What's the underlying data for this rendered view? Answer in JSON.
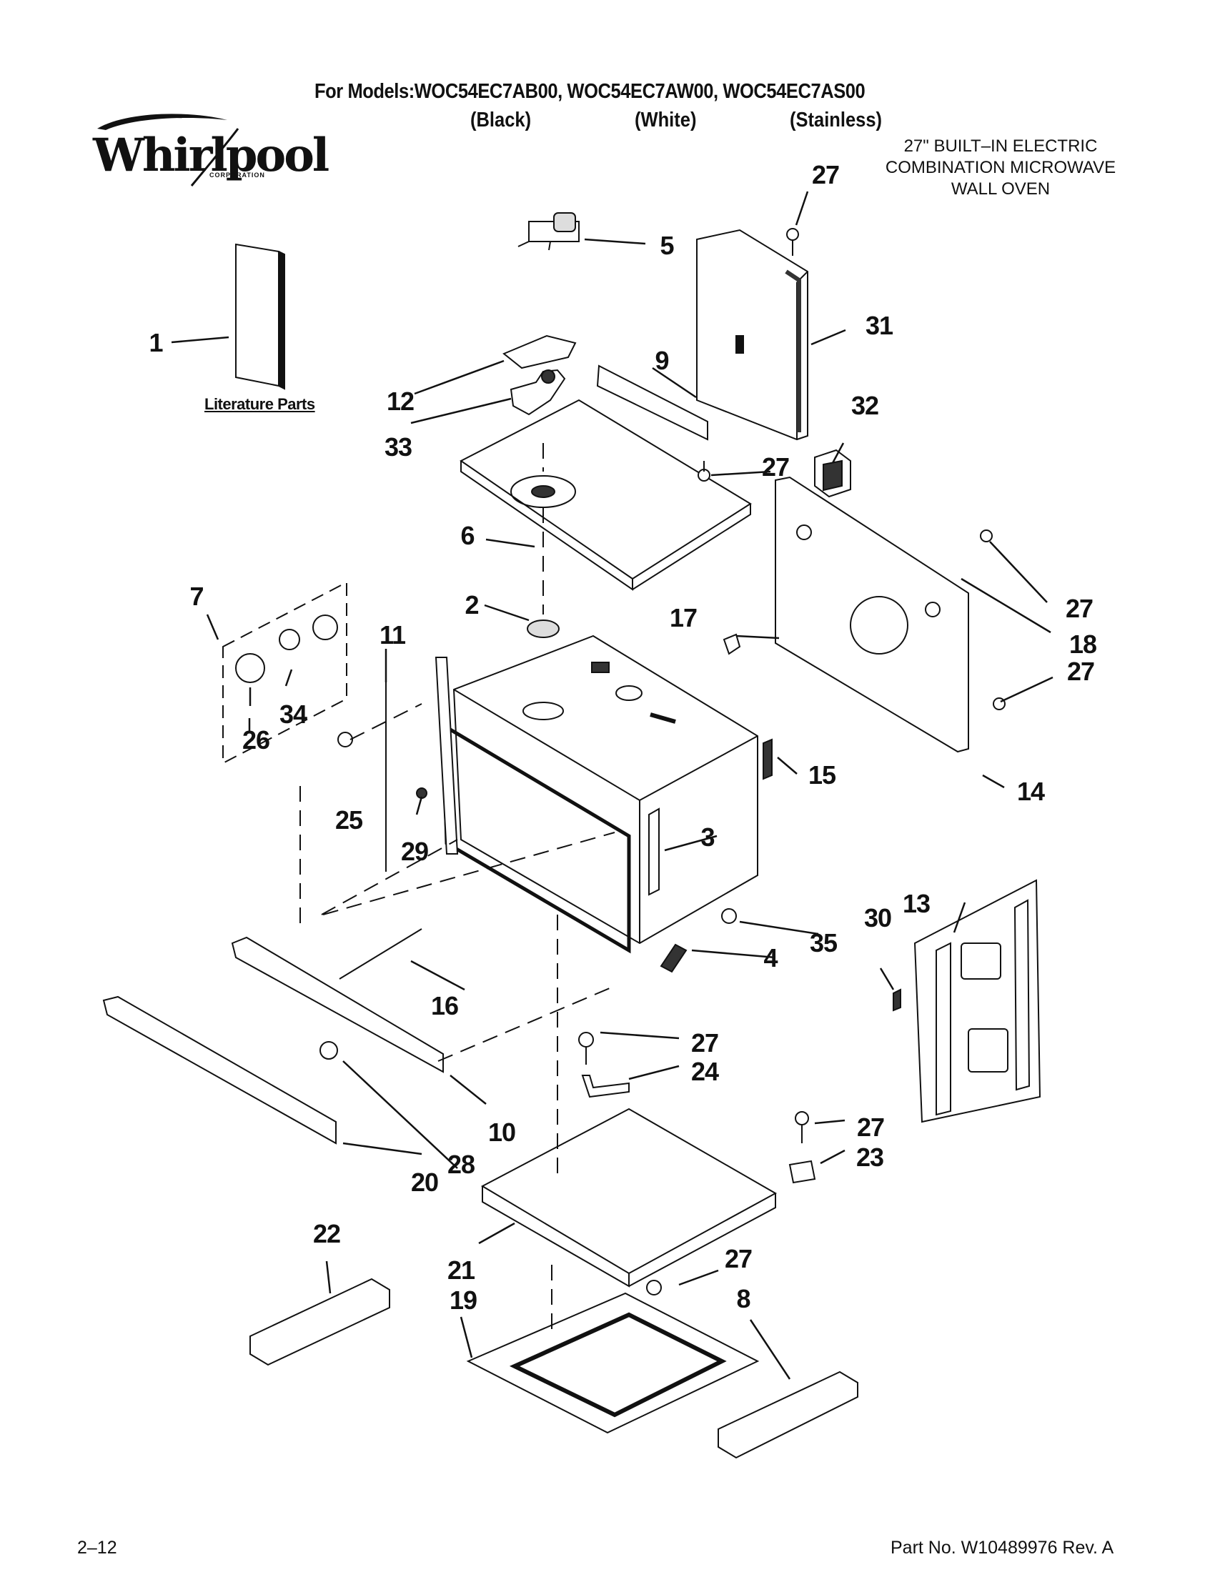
{
  "header": {
    "models": "For Models:WOC54EC7AB00, WOC54EC7AW00, WOC54EC7AS00",
    "variants": [
      "(Black)",
      "(White)",
      "(Stainless)"
    ]
  },
  "brand": {
    "name": "Whirlpool",
    "sub": "CORPORATION"
  },
  "product": {
    "line1": "27\" BUILT–IN ELECTRIC",
    "line2": "COMBINATION MICROWAVE",
    "line3": "WALL OVEN"
  },
  "literature_label": "Literature Parts",
  "callouts": [
    "1",
    "2",
    "3",
    "4",
    "5",
    "6",
    "7",
    "8",
    "9",
    "10",
    "11",
    "12",
    "13",
    "14",
    "15",
    "16",
    "17",
    "18",
    "19",
    "20",
    "21",
    "22",
    "23",
    "24",
    "25",
    "26",
    "27",
    "28",
    "29",
    "30",
    "31",
    "32",
    "33",
    "34",
    "35"
  ],
  "footer": {
    "page": "2–12",
    "part_no": "Part No. W10489976 Rev. A"
  }
}
